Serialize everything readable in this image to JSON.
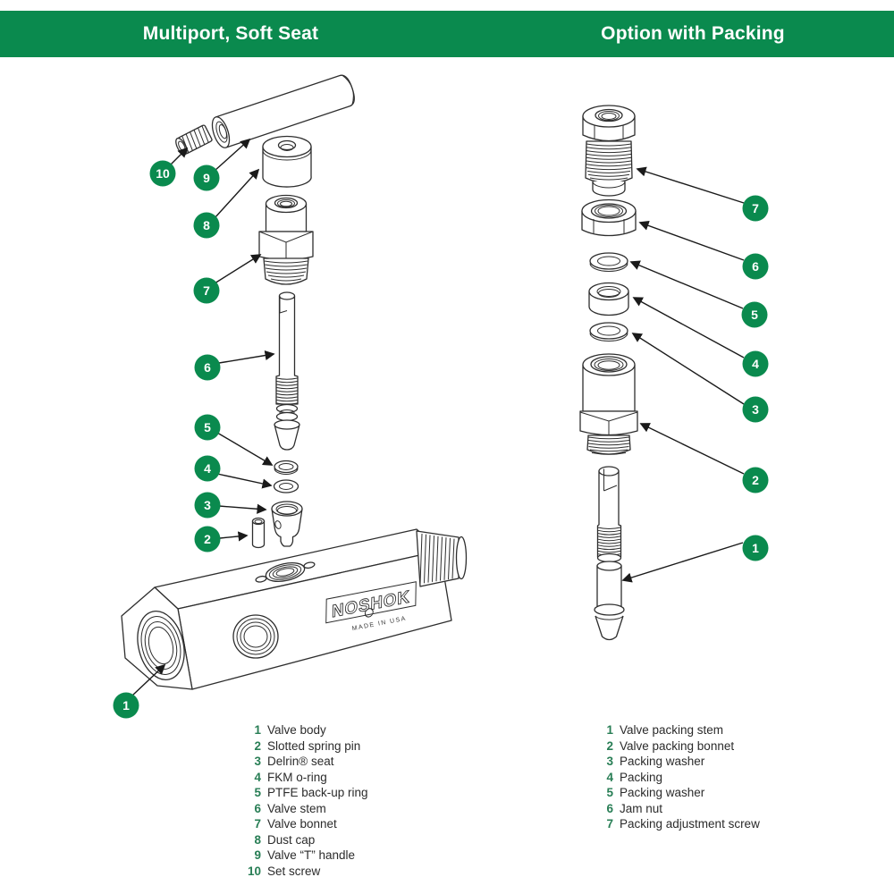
{
  "header": {
    "left_title": "Multiport, Soft Seat",
    "right_title": "Option with Packing"
  },
  "colors": {
    "bar_green": "#0a8a4e",
    "number_green": "#287e55",
    "line": "#2e2e2e"
  },
  "left_diagram": {
    "callouts": [
      "10",
      "9",
      "8",
      "7",
      "6",
      "5",
      "4",
      "3",
      "2",
      "1"
    ]
  },
  "right_diagram": {
    "callouts": [
      "7",
      "6",
      "5",
      "4",
      "3",
      "2",
      "1"
    ]
  },
  "body_markings": {
    "brand": "NOSHOK",
    "origin": "MADE IN USA"
  },
  "left_parts": [
    {
      "num": "1",
      "label": "Valve body"
    },
    {
      "num": "2",
      "label": "Slotted spring pin"
    },
    {
      "num": "3",
      "label": "Delrin® seat"
    },
    {
      "num": "4",
      "label": "FKM o-ring"
    },
    {
      "num": "5",
      "label": "PTFE back-up ring"
    },
    {
      "num": "6",
      "label": "Valve stem"
    },
    {
      "num": "7",
      "label": "Valve bonnet"
    },
    {
      "num": "8",
      "label": "Dust cap"
    },
    {
      "num": "9",
      "label": "Valve “T” handle"
    },
    {
      "num": "10",
      "label": "Set screw"
    }
  ],
  "right_parts": [
    {
      "num": "1",
      "label": "Valve packing stem"
    },
    {
      "num": "2",
      "label": "Valve packing bonnet"
    },
    {
      "num": "3",
      "label": "Packing washer"
    },
    {
      "num": "4",
      "label": "Packing"
    },
    {
      "num": "5",
      "label": "Packing washer"
    },
    {
      "num": "6",
      "label": "Jam nut"
    },
    {
      "num": "7",
      "label": "Packing adjustment screw"
    }
  ]
}
